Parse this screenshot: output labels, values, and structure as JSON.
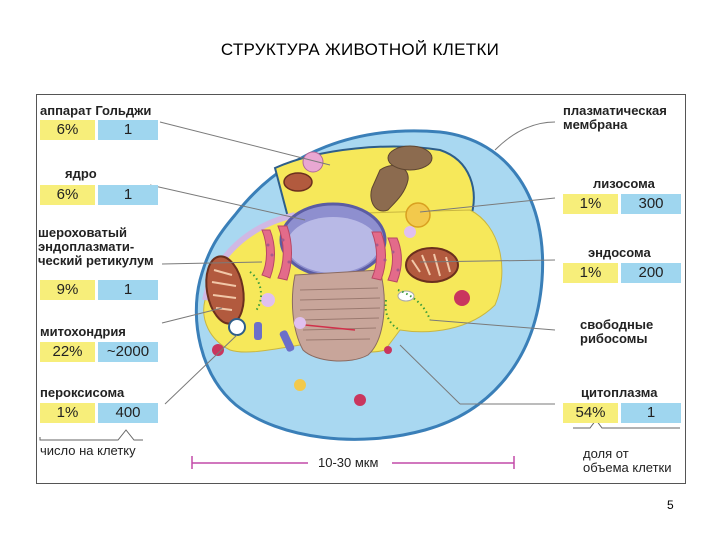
{
  "page_title": "СТРУКТУРА  ЖИВОТНОЙ КЛЕТКИ",
  "page_number": "5",
  "left_labels": [
    {
      "name": "аппарат Гольджи",
      "percent": "6%",
      "count": "1"
    },
    {
      "name": "ядро",
      "percent": "6%",
      "count": "1"
    },
    {
      "name_lines": [
        "шероховатый",
        "эндоплазмати-",
        "ческий ретикулум"
      ],
      "percent": "9%",
      "count": "1"
    },
    {
      "name": "митохондрия",
      "percent": "22%",
      "count": "~2000"
    },
    {
      "name": "пероксисома",
      "percent": "1%",
      "count": "400"
    }
  ],
  "right_labels": [
    {
      "name_lines": [
        "плазматическая",
        "мембрана"
      ]
    },
    {
      "name": "лизосома",
      "percent": "1%",
      "count": "300"
    },
    {
      "name": "эндосома",
      "percent": "1%",
      "count": "200"
    },
    {
      "name_lines": [
        "свободные",
        "рибосомы"
      ]
    },
    {
      "name": "цитоплазма",
      "percent": "54%",
      "count": "1"
    }
  ],
  "legend": {
    "count_per_cell": "число на клетку",
    "volume_fraction_lines": [
      "доля от",
      "объема клетки"
    ]
  },
  "scale_label": "10-30 мкм",
  "colors": {
    "cytoplasm": "#a9d8f1",
    "cell_outline": "#3a7fb8",
    "inner_region": "#f6e85a",
    "percent_cell": "#f7ee7a",
    "count_cell": "#9fd6ef",
    "nucleus": "#8e8fcf",
    "mitochondria": "#b25a3e",
    "er": "#e36b8a",
    "golgi": "#8c6b4f",
    "leader_line": "#7a7a7a",
    "scale_bar": "#c24aa8"
  }
}
